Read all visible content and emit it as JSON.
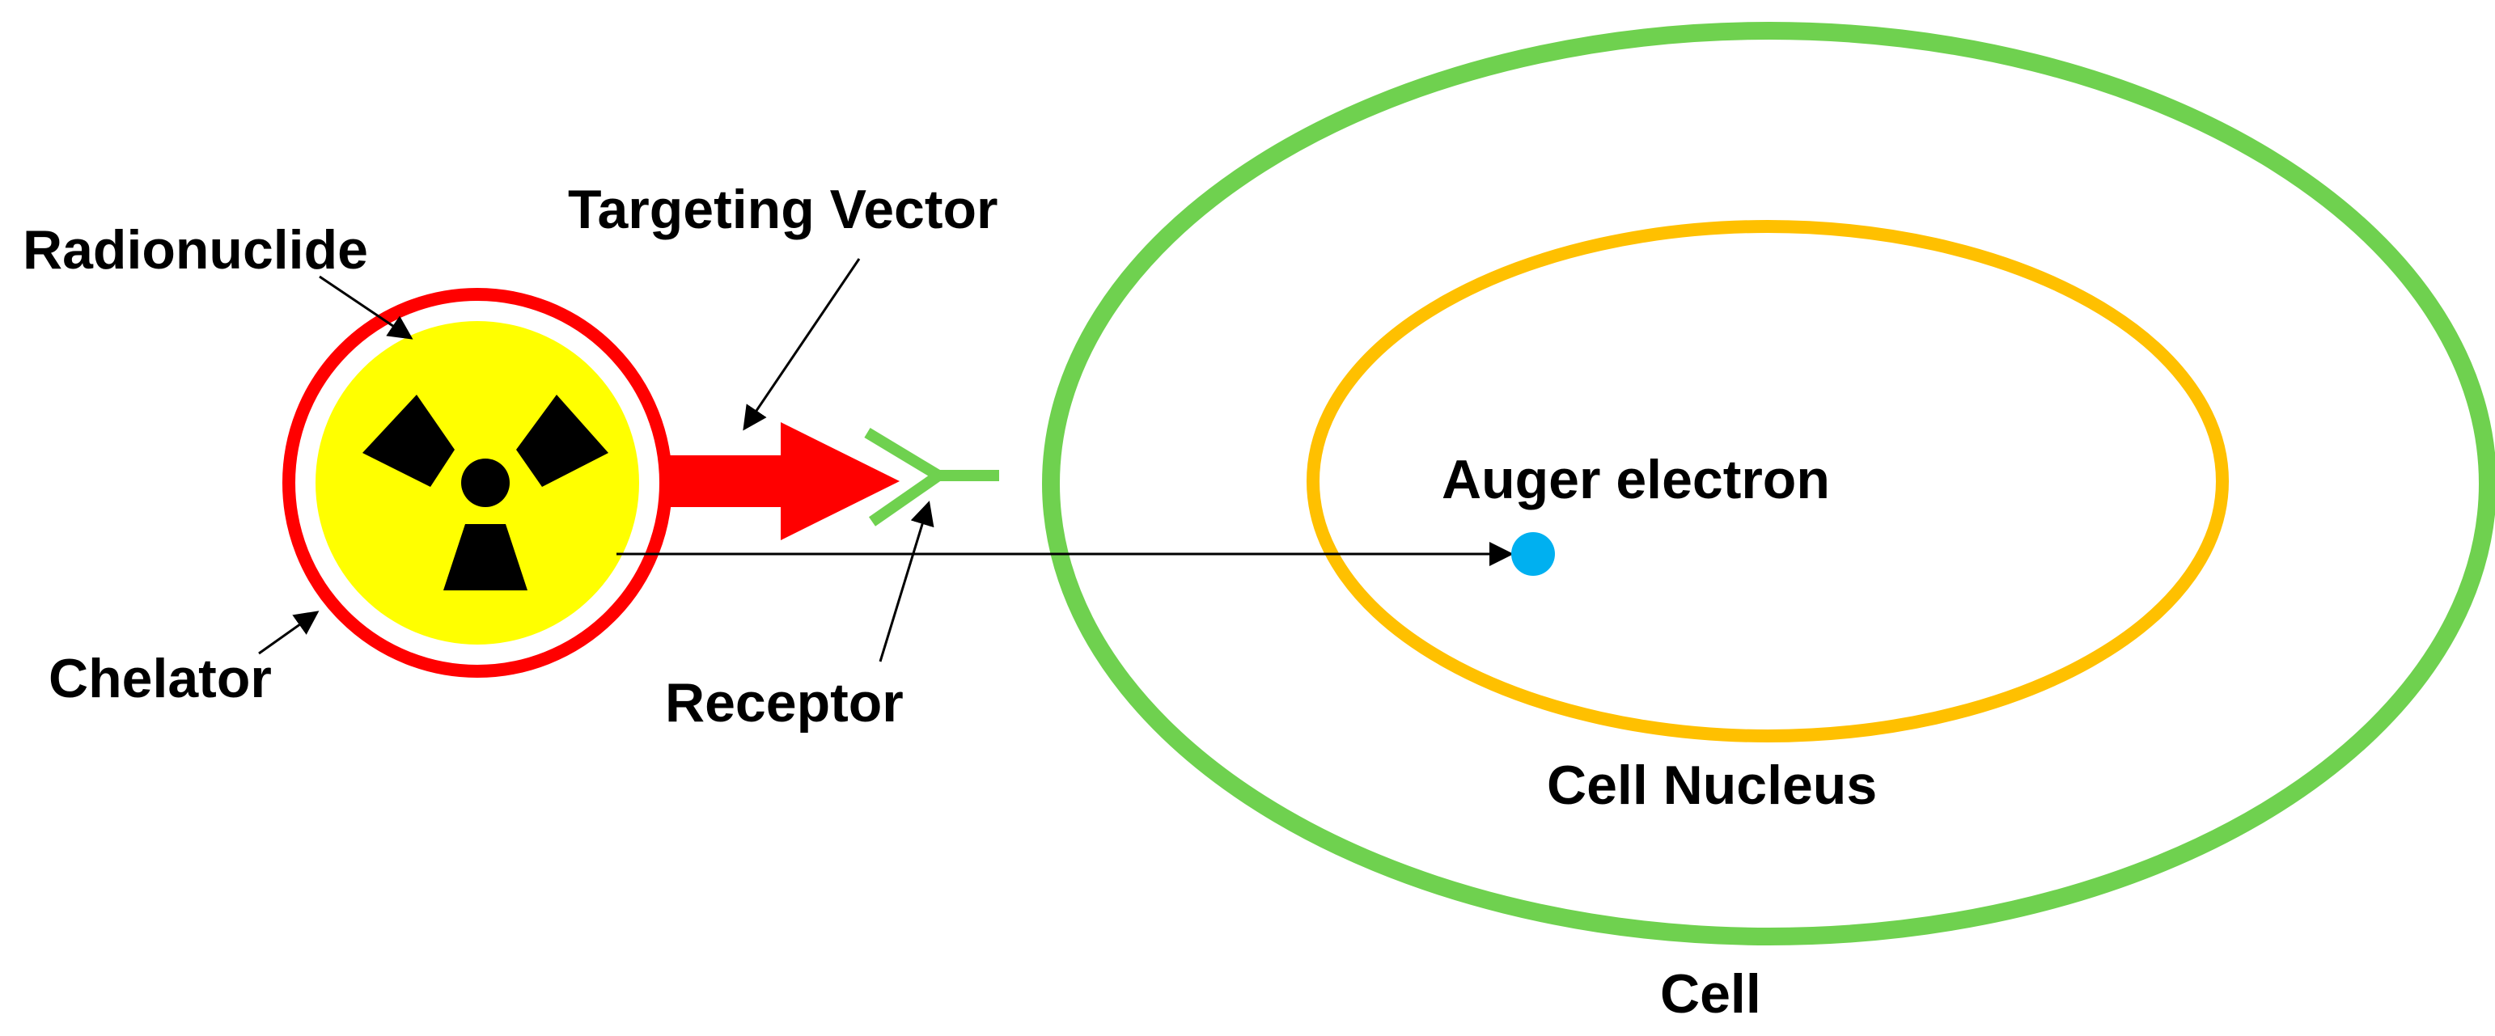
{
  "labels": {
    "radionuclide": "Radionuclide",
    "targeting_vector": "Targeting Vector",
    "chelator": "Chelator",
    "receptor": "Receptor",
    "auger_electron": "Auger electron",
    "cell_nucleus": "Cell Nucleus",
    "cell": "Cell"
  },
  "colors": {
    "cell_membrane": "#6fd14f",
    "nucleus": "#ffc000",
    "chelator_ring": "#ff0000",
    "radionuclide_fill": "#ffff00",
    "trefoil": "#000000",
    "targeting_vector": "#ff0000",
    "receptor": "#6fd14f",
    "auger_electron": "#00b0f0",
    "leader_lines": "#000000"
  },
  "icons": {
    "radionuclide": "radiation-trefoil-icon"
  }
}
